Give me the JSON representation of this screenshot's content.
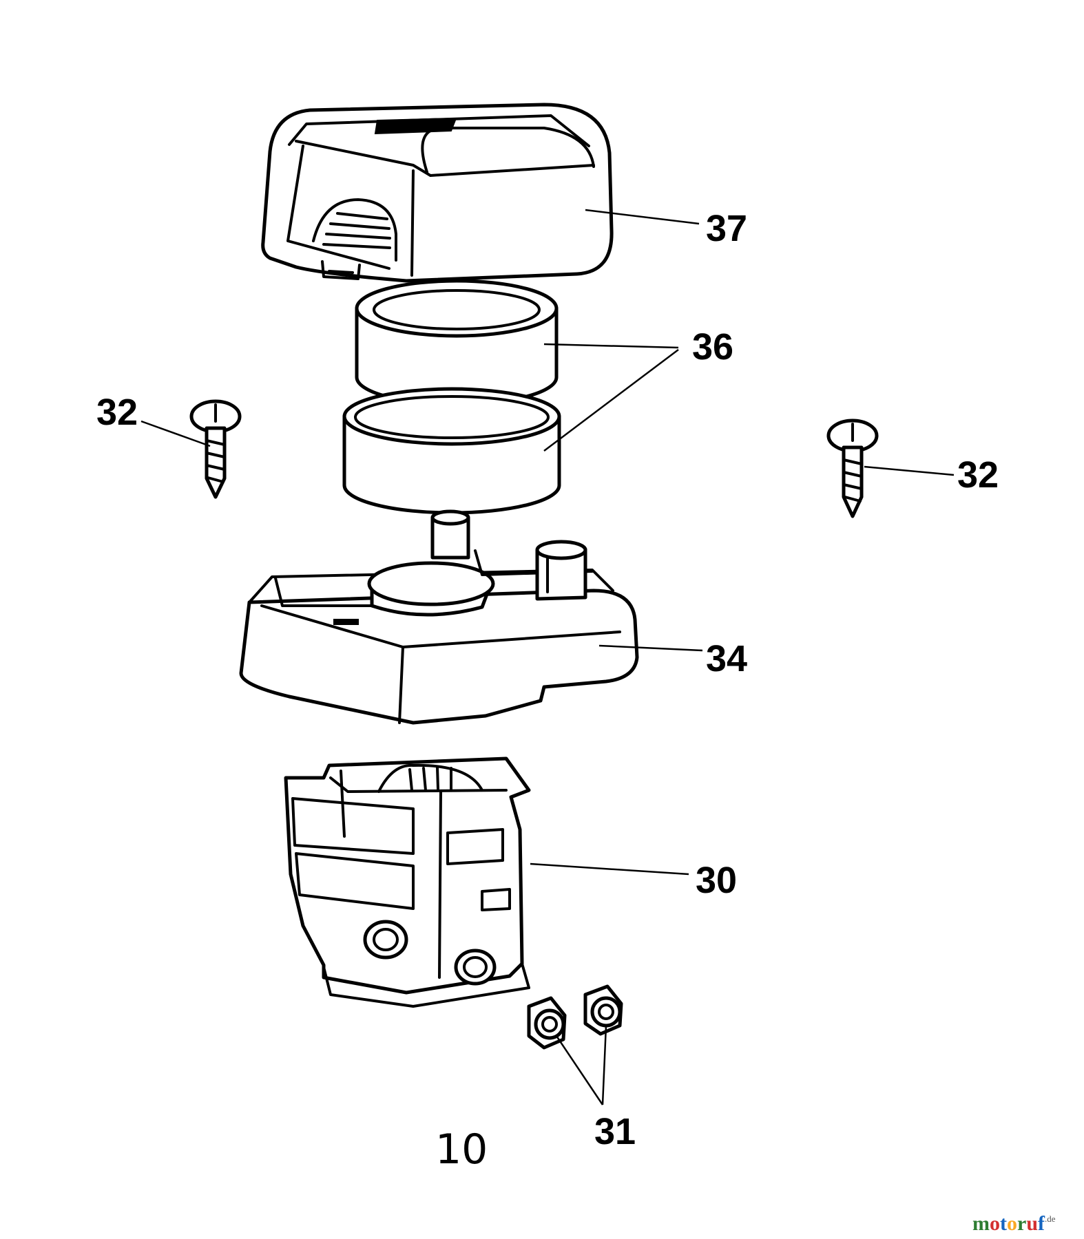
{
  "figure": {
    "page_number": "10",
    "callouts": {
      "air_filter_cover": "37",
      "filter_elements": "36",
      "screw_left": "32",
      "screw_right": "32",
      "filter_base": "34",
      "air_filter_housing": "30",
      "nuts": "31"
    }
  },
  "watermark": {
    "letters": [
      "m",
      "o",
      "t",
      "o",
      "r",
      "u",
      "f"
    ],
    "letter_colors": [
      "#2e7d32",
      "#d32f2f",
      "#1565c0",
      "#f9a825",
      "#2e7d32",
      "#d32f2f",
      "#1565c0"
    ],
    "suffix": ".de"
  }
}
